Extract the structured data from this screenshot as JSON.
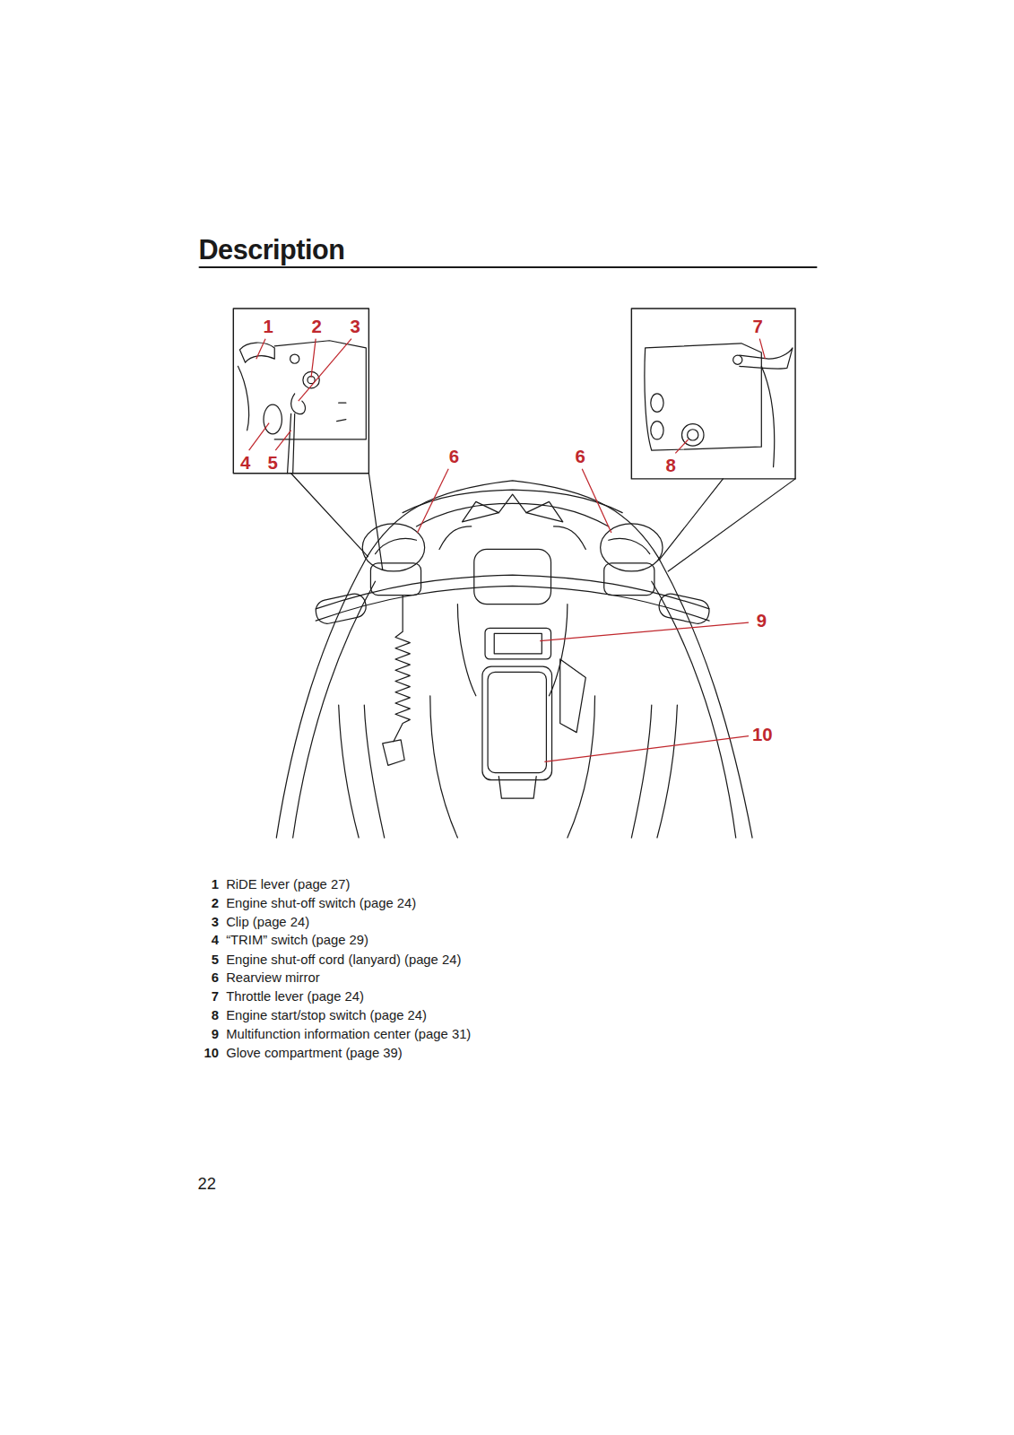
{
  "diagram": {
    "title": "Description",
    "labels": [
      "1",
      "2",
      "3",
      "4",
      "5",
      "6",
      "6",
      "7",
      "8",
      "9",
      "10",
      "1",
      "RiDE lever (page 27)",
      "2",
      "Engine shut-off switch (page 24)",
      "3",
      "Clip (page 24)",
      "4",
      "“TRIM” switch (page 29)",
      "5",
      "Engine shut-off cord (lanyard) (page 24)",
      "6",
      "Rearview mirror",
      "7",
      "Throttle lever (page 24)",
      "8",
      "Engine start/stop switch (page 24)",
      "9",
      "Multifunction information center (page 31)",
      "10",
      "Glove compartment (page 39)",
      "22"
    ]
  }
}
